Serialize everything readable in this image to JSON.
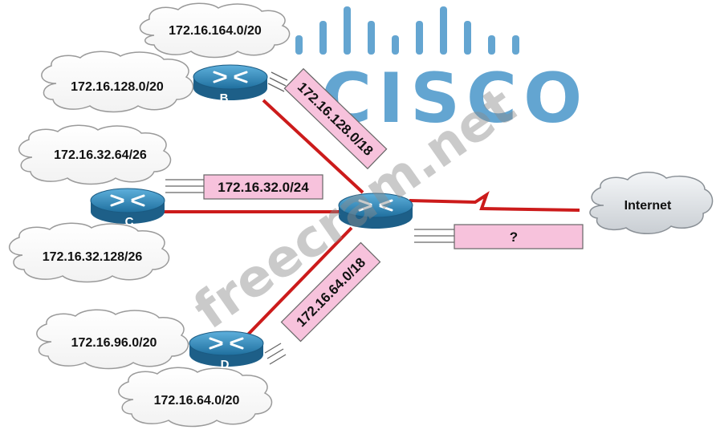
{
  "watermark": {
    "brand": "CISCO",
    "site": "freecram.net",
    "brand_color": "#3d8fc6",
    "site_color": "#9a9a9a"
  },
  "clouds": {
    "b_top": "172.16.164.0/20",
    "b_left": "172.16.128.0/20",
    "c_top": "172.16.32.64/26",
    "c_bottom": "172.16.32.128/26",
    "d_left": "172.16.96.0/20",
    "d_bottom": "172.16.64.0/20",
    "internet": "Internet"
  },
  "routers": {
    "b": "B",
    "c": "C",
    "d": "D"
  },
  "summary_boxes": {
    "b": "172.16.128.0/18",
    "c": "172.16.32.0/24",
    "d": "172.16.64.0/18",
    "core": "?"
  },
  "colors": {
    "link": "#cc1b1b",
    "router": "#3a8fc0",
    "summary_box": "#f7c2dc"
  }
}
